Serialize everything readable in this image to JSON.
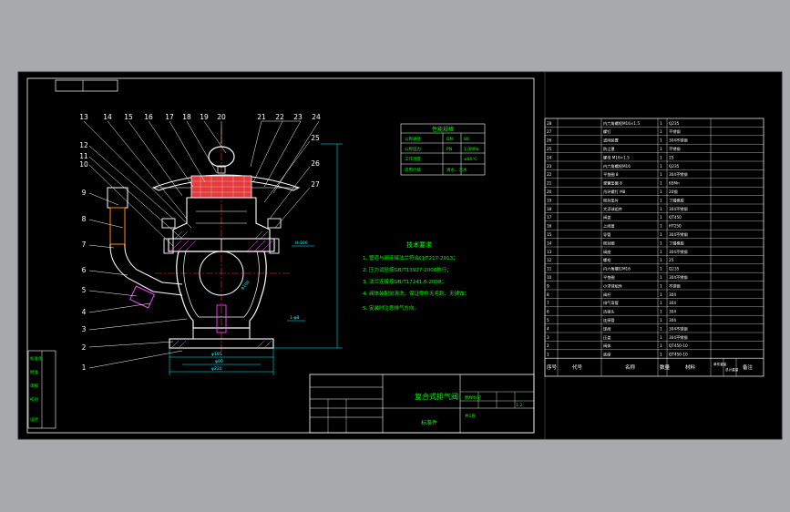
{
  "colors": {
    "background": "#a7a9ad",
    "paper": "#000000",
    "line": "#ffffff",
    "note_text": "#00ff00",
    "dimension": "#00ffff",
    "center_line": "#ff3030",
    "filter_fill": "#e23b3b",
    "body_fill": "#ff66ff",
    "nozzle_fill": "#ff40ff"
  },
  "balloons_top": [
    "13",
    "14",
    "15",
    "16",
    "17",
    "18",
    "19",
    "20",
    "21",
    "22",
    "23",
    "24"
  ],
  "balloons_left": [
    "12",
    "11",
    "10",
    "9",
    "8",
    "7",
    "6",
    "5",
    "4",
    "3",
    "2",
    "1"
  ],
  "balloons_right": [
    "25",
    "26",
    "27"
  ],
  "perf_table": {
    "title": "性能规格",
    "rows": [
      [
        "公称通径",
        "DN",
        "80"
      ],
      [
        "公称压力",
        "PN",
        "1.0MPa"
      ],
      [
        "工作温度",
        "",
        "≤80℃"
      ],
      [
        "适用介质",
        "清水、污水",
        ""
      ]
    ]
  },
  "tech_notes": {
    "title": "技术要求",
    "lines": [
      "1. 管道与阀连接法兰符合CJ/T217-2013；",
      "2. 压力试验按GB/T13927-2008执行；",
      "3. 法兰连接按GB/T17241.6-2008；",
      "4. 阀体装配前清洗，保证零件无毛刺、无锈蚀；",
      "5. 安装时注意排气方向。"
    ]
  },
  "title_block": {
    "name": "复合式排气阀",
    "drawing_label": "标准件",
    "scale": "1:2",
    "sheet": "共1张",
    "notes_label": "图样标记"
  },
  "left_side_labels": [
    "标准化",
    "批准",
    "审核",
    "校对",
    "设计"
  ],
  "bom": {
    "headers": [
      "序号",
      "代号",
      "名称",
      "数量",
      "材料",
      "单件重量",
      "总计重量",
      "备注"
    ],
    "rows": [
      [
        "28",
        "",
        "内六角螺栓M16×1.5",
        "1",
        "Q235"
      ],
      [
        "27",
        "",
        "螺钉",
        "1",
        "不锈钢"
      ],
      [
        "26",
        "",
        "滤网装置",
        "1",
        "304不锈钢"
      ],
      [
        "25",
        "",
        "防尘罩",
        "1",
        "不锈钢"
      ],
      [
        "24",
        "",
        "螺母 M16×1.5",
        "1",
        "25"
      ],
      [
        "23",
        "",
        "内六角螺栓M16",
        "1",
        "Q235"
      ],
      [
        "22",
        "",
        "平垫圈 8",
        "1",
        "304不锈钢"
      ],
      [
        "21",
        "",
        "弹簧垫圈 8",
        "1",
        "65Mn"
      ],
      [
        "20",
        "",
        "吊环螺钉 M8",
        "1",
        "20钢"
      ],
      [
        "19",
        "",
        "密封垫片",
        "1",
        "丁腈橡胶"
      ],
      [
        "18",
        "",
        "大浮球组件",
        "1",
        "304不锈钢"
      ],
      [
        "17",
        "",
        "阀盖",
        "1",
        "QT450"
      ],
      [
        "16",
        "",
        "上阀盖",
        "1",
        "HT250"
      ],
      [
        "15",
        "",
        "导管",
        "1",
        "304不锈钢"
      ],
      [
        "14",
        "",
        "密封圈",
        "1",
        "丁腈橡胶"
      ],
      [
        "13",
        "",
        "阀座",
        "1",
        "304不锈钢"
      ],
      [
        "12",
        "",
        "螺栓",
        "1",
        "25"
      ],
      [
        "11",
        "",
        "内六角螺钉M16",
        "1",
        "Q235"
      ],
      [
        "10",
        "",
        "平垫圈",
        "1",
        "304不锈钢"
      ],
      [
        "9",
        "",
        "小浮球组件",
        "1",
        "不锈钢"
      ],
      [
        "8",
        "",
        "阀杆",
        "1",
        "304"
      ],
      [
        "7",
        "",
        "排气弯管",
        "1",
        "304"
      ],
      [
        "6",
        "",
        "活接头",
        "1",
        "304"
      ],
      [
        "5",
        "",
        "连接管",
        "1",
        "304"
      ],
      [
        "4",
        "",
        "球阀",
        "1",
        "304不锈钢"
      ],
      [
        "3",
        "",
        "压盖",
        "1",
        "304不锈钢"
      ],
      [
        "2",
        "",
        "阀体",
        "1",
        "QT450-10"
      ],
      [
        "1",
        "",
        "底座",
        "1",
        "QT450-10"
      ]
    ]
  }
}
